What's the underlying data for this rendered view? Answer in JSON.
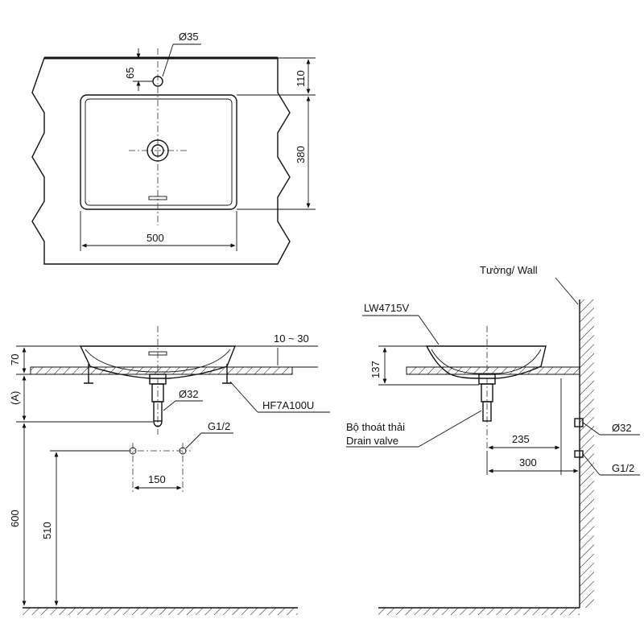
{
  "labels": {
    "top_hole_dia": "Ø35",
    "top_hole_offset": "65",
    "top_edge_dim": "110",
    "top_depth_dim": "380",
    "top_width_dim": "500",
    "front_height_dim": "70",
    "front_a_dim": "(A)",
    "front_counter_dim": "10 ~ 30",
    "front_trap_dia": "Ø32",
    "front_supply": "G1/2",
    "front_supply_spacing": "150",
    "front_part": "HF7A100U",
    "front_600": "600",
    "front_510": "510",
    "side_wall": "Tường/ Wall",
    "side_model": "LW4715V",
    "side_height_dim": "137",
    "side_drain_vi": "Bộ thoát thải",
    "side_drain_en": "Drain valve",
    "side_235": "235",
    "side_300": "300",
    "side_wall_dia": "Ø32",
    "side_wall_supply": "G1/2"
  }
}
